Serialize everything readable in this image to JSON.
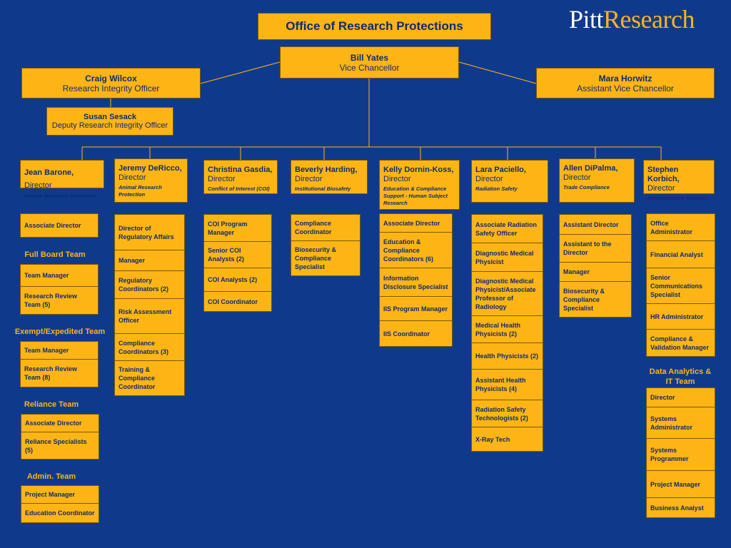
{
  "title": "Office of Research Protections",
  "logo": {
    "part1": "Pitt",
    "part2": "Research"
  },
  "colors": {
    "background": "#0f3a8c",
    "box": "#fdb515",
    "text": "#0f2a6e",
    "line": "#fdb515"
  },
  "executives": {
    "vc": {
      "name": "Bill Yates",
      "role": "Vice Chancellor"
    },
    "rio": {
      "name": "Craig Wilcox",
      "role": "Research Integrity Officer"
    },
    "avc": {
      "name": "Mara Horwitz",
      "role": "Assistant Vice Chancellor"
    },
    "drio": {
      "name": "Susan Sesack",
      "role": "Deputy Research Integrity Officer"
    }
  },
  "directors": [
    {
      "name": "Jean Barone,",
      "role": "Director",
      "unit": "Human Research Protection"
    },
    {
      "name": "Jeremy DeRicco,",
      "role": "Director",
      "unit": "Animal Research Protection"
    },
    {
      "name": "Christina Gasdia,",
      "role": "Director",
      "unit": "Conflict of Interest (COI)"
    },
    {
      "name": "Beverly Harding,",
      "role": "Director",
      "unit": "Institutional Biosafety"
    },
    {
      "name": "Kelly Dornin-Koss,",
      "role": "Director",
      "unit": "Education & Compliance Support - Human Subject Research"
    },
    {
      "name": "Lara Paciello,",
      "role": "Director",
      "unit": "Radiation Safety"
    },
    {
      "name": "Allen DiPalma,",
      "role": "Director",
      "unit": "Trade Compliance"
    },
    {
      "name": "Stephen Korbich,",
      "role": "Director",
      "unit": "Administrative Support"
    }
  ],
  "hrp": {
    "top": [
      "Associate Director"
    ],
    "teams": [
      {
        "label": "Full Board Team",
        "items": [
          "Team Manager",
          "Research Review Team (5)"
        ]
      },
      {
        "label": "Exempt/Expedited Team",
        "items": [
          "Team Manager",
          "Research Review Team (8)"
        ]
      },
      {
        "label": "Reliance Team",
        "items": [
          "Associate Director",
          "Reliance Specialists (5)"
        ]
      },
      {
        "label": "Admin. Team",
        "items": [
          "Project Manager",
          "Education Coordinator"
        ]
      }
    ]
  },
  "columns": {
    "arp": [
      "Director of Regulatory Affairs",
      "Manager",
      "Regulatory Coordinators (2)",
      "Risk Assessment Officer",
      "Compliance Coordinators (3)",
      "Training & Compliance Coordinator"
    ],
    "coi": [
      "COI Program Manager",
      "Senior COI Analysts (2)",
      "COI Analysts (2)",
      "COI Coordinator"
    ],
    "ibs": [
      "Compliance Coordinator",
      "Biosecurity & Compliance Specialist"
    ],
    "ecs": [
      "Associate Director",
      "Education & Compliance Coordinators (6)",
      "Information Disclosure Specialist",
      "IIS Program Manager",
      "IIS Coordinator"
    ],
    "rad": [
      "Associate Radiation Safety Officer",
      "Diagnostic Medical Physicist",
      "Diagnostic Medical Physicist/Associate Professor of Radiology",
      "Medical Health Physicists (2)",
      "Health Physicists (2)",
      "Assistant Health Physicists (4)",
      "Radiation Safety Technologists (2)",
      "X-Ray Tech"
    ],
    "trade": [
      "Assistant Director",
      "Assistant to the Director",
      "Manager",
      "Biosecurity & Compliance Specialist"
    ],
    "admin": [
      "Office Administrator",
      "Financial Analyst",
      "Senior Communications Specialist",
      "HR Administrator",
      "Compliance & Validation Manager"
    ],
    "data_team_label": "Data Analytics & IT Team",
    "data": [
      "Director",
      "Systems Administrator",
      "Systems Programmer",
      "Project Manager",
      "Business Analyst"
    ]
  }
}
